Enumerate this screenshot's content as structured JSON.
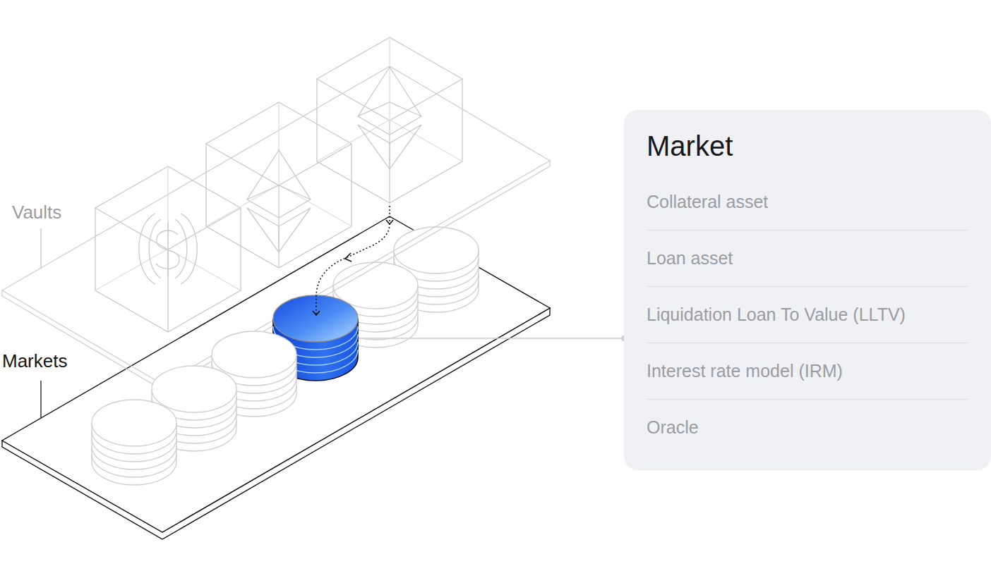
{
  "diagram": {
    "nodes": [
      {
        "text": [
          "Market",
          "Collateral asset",
          "Loan asset",
          "Liquidation Loan To Value (LLTV)",
          "Interest rate model (IRM)",
          "Oracle"
        ]
      }
    ],
    "labels": [
      "Vaults",
      "Markets"
    ]
  }
}
